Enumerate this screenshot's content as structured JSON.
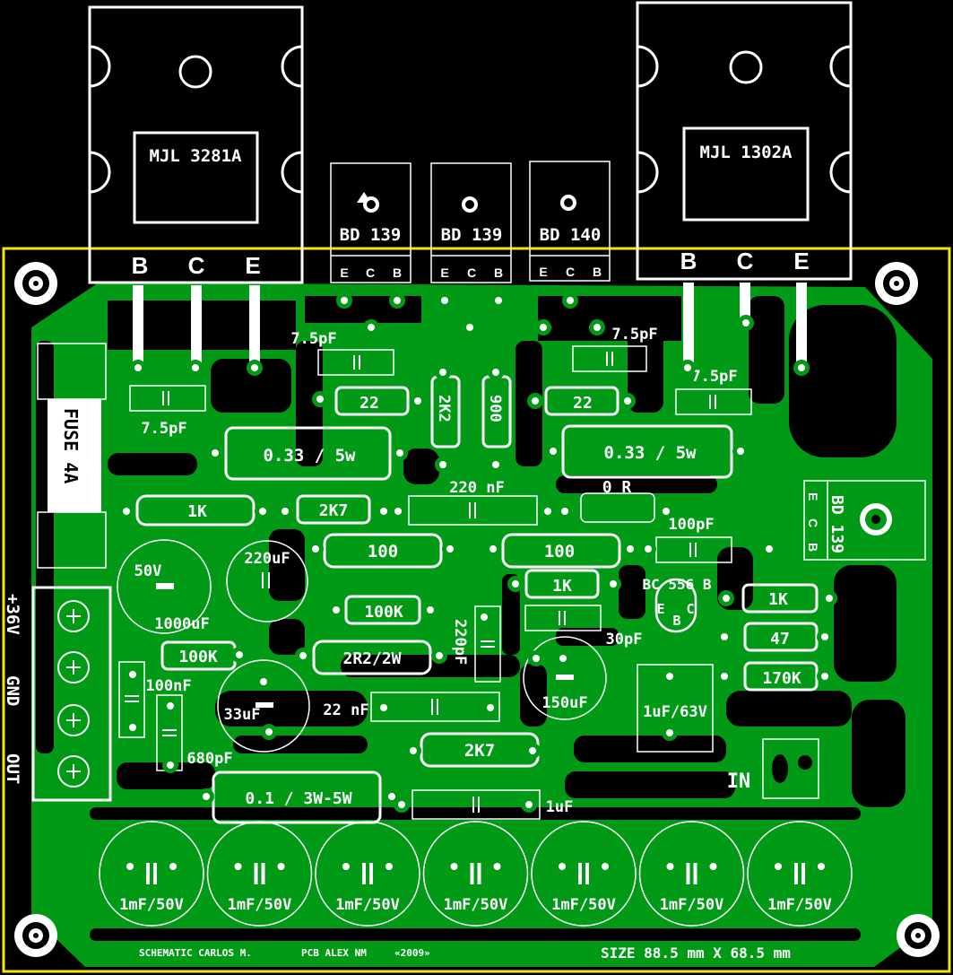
{
  "board": {
    "outline_color": "#f5e60a",
    "copper_color": "#009a16",
    "silk_color": "#ffffff",
    "background_color": "#000000"
  },
  "power_transistors": [
    {
      "part": "MJL 3281A",
      "pins": [
        "B",
        "C",
        "E"
      ]
    },
    {
      "part": "MJL 1302A",
      "pins": [
        "B",
        "C",
        "E"
      ]
    }
  ],
  "driver_transistors": [
    {
      "part": "BD 139",
      "pins": [
        "E",
        "C",
        "B"
      ]
    },
    {
      "part": "BD 139",
      "pins": [
        "E",
        "C",
        "B"
      ]
    },
    {
      "part": "BD 140",
      "pins": [
        "E",
        "C",
        "B"
      ]
    }
  ],
  "side_transistor": {
    "part": "BD 139",
    "pins": [
      "E",
      "C",
      "B"
    ]
  },
  "small_transistor": {
    "part": "BC 556 B",
    "pins": [
      "E",
      "B",
      "C"
    ]
  },
  "fuse": "FUSE 4A",
  "connector_labels": [
    "+36V",
    "GND",
    "OUT"
  ],
  "input_label": "IN",
  "resistors": {
    "r22_left": "22",
    "r22_right": "22",
    "r2k2": "2K2",
    "r900": "900",
    "r033_left": "0.33 / 5w",
    "r033_right": "0.33 / 5w",
    "r1k_left": "1K",
    "r2k7_top": "2K7",
    "r0r": "0 R",
    "r100_left": "100",
    "r100_right": "100",
    "r1k_mid": "1K",
    "r1k_right": "1K",
    "r100k_mid": "100K",
    "r100k_left": "100K",
    "r2r2": "2R2/2W",
    "r47": "47",
    "r170k": "170K",
    "r2k7_bottom": "2K7",
    "r01": "0.1 / 3W-5W"
  },
  "capacitors": {
    "c75_tl": "7.5pF",
    "c75_tr": "7.5pF",
    "c75_left": "7.5pF",
    "c75_right": "7.5pF",
    "c220n": "220 nF",
    "c100p": "100pF",
    "c50v": "50V",
    "c1000u": "1000uF",
    "c220u": "220uF",
    "c220p": "220pF",
    "c30p": "30pF",
    "c100n": "100nF",
    "c33u": "33uF",
    "c22n": "22 nF",
    "c150u": "150uF",
    "c1u63": "1uF/63V",
    "c680p": "680pF",
    "c1u": "1uF",
    "bank": [
      "1mF/50V",
      "1mF/50V",
      "1mF/50V",
      "1mF/50V",
      "1mF/50V",
      "1mF/50V",
      "1mF/50V"
    ]
  },
  "credits": {
    "schematic": "SCHEMATIC CARLOS  M.",
    "pcb": "PCB ALEX NM",
    "year": "«2009»",
    "size": "SIZE 88.5 mm X 68.5 mm"
  }
}
